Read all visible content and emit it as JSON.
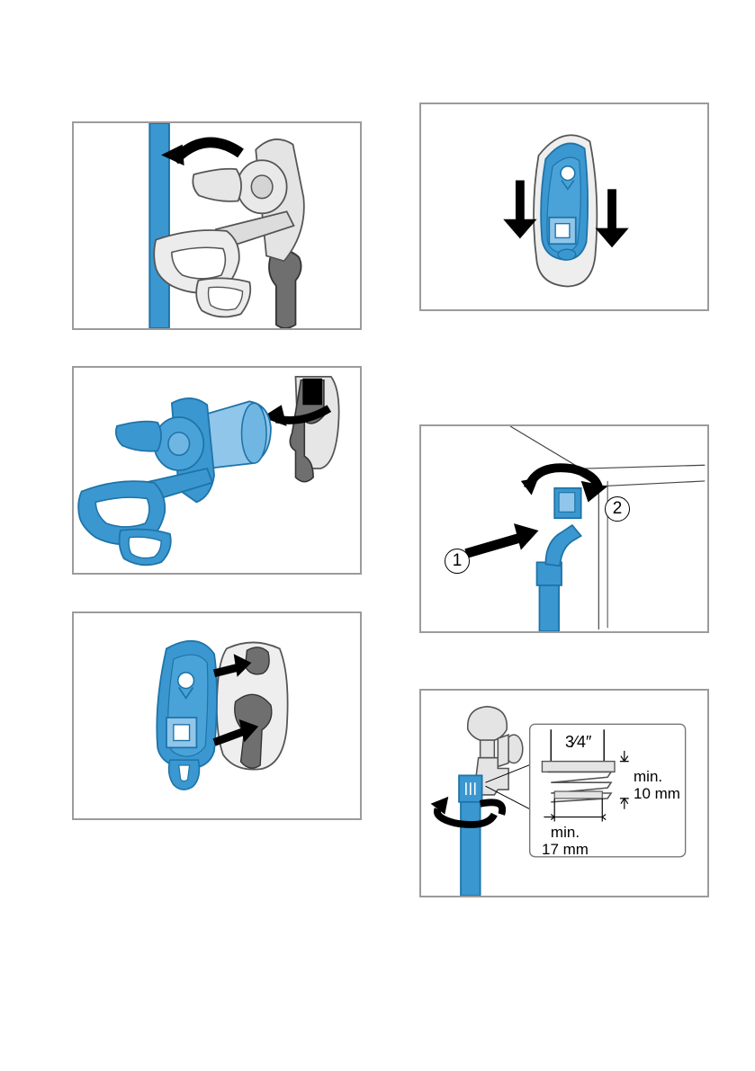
{
  "page": {
    "background": "#ffffff"
  },
  "colors": {
    "frame": "#9b9b9b",
    "blue": "#3b97d0",
    "blue_dark": "#1e73a8",
    "blue_light": "#8fc6ea",
    "light_gray": "#e4e4e4",
    "mid_gray": "#c8c8c8",
    "dark_gray": "#6f6f6f",
    "black": "#000000"
  },
  "figures": [
    {
      "id": "fig1",
      "icon": "rotate-arrow-icon"
    },
    {
      "id": "fig2",
      "icon": "pull-arrow-icon"
    },
    {
      "id": "fig3",
      "icon": "push-arrow-icon"
    },
    {
      "id": "fig4",
      "icon": "down-arrow-icon"
    },
    {
      "id": "fig5",
      "callouts": [
        "1",
        "2"
      ]
    },
    {
      "id": "fig6",
      "thread_label": "3⁄4″",
      "height_label": "min.\n10 mm",
      "width_label": "min.\n17 mm"
    }
  ]
}
